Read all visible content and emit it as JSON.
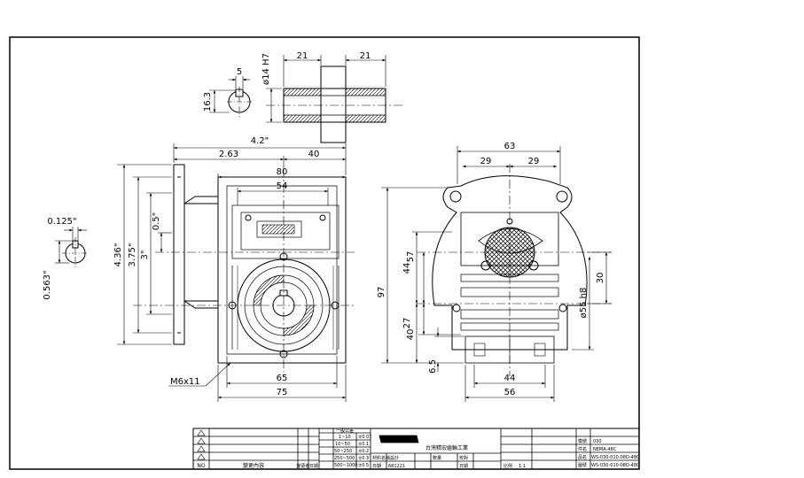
{
  "shaft": {
    "dim_left_len": "21",
    "dim_right_len": "21",
    "dim_bore": "ø14 H7",
    "key_width": "5",
    "key_height": "16.3"
  },
  "front": {
    "overall_inch": "4.2\"",
    "dim_263": "2.63",
    "dim_40": "40",
    "dim_80": "80",
    "dim_54": "54",
    "h_436": "4.36\"",
    "h_375": "3.75\"",
    "h_3": "3\"",
    "h_05": "0.5\"",
    "bottom_65": "65",
    "bottom_75": "75",
    "bolt": "M6x11"
  },
  "detail": {
    "w_0125": "0.125\"",
    "h_0563": "0.563\""
  },
  "side": {
    "w_63": "63",
    "w_29a": "29",
    "w_29b": "29",
    "h_57": "57",
    "h_44": "44",
    "h_27": "27",
    "h_97": "97",
    "h_40": "40",
    "h_65": "6.5",
    "d_55": "ø55 h8",
    "d_30": "30",
    "b_44": "44",
    "b_56": "56"
  },
  "title_block": {
    "rev_no": "NO",
    "rev_content": "變更內容",
    "rev_by": "變更者",
    "rev_date": "日期",
    "tol_title": "一般公差",
    "tol_rows": [
      [
        "1~10",
        "±0.07"
      ],
      [
        "10~50",
        "±0.1"
      ],
      [
        "50~250",
        "±0.2"
      ],
      [
        "250~500",
        "±0.3"
      ],
      [
        "500~1000",
        "±0.5"
      ]
    ],
    "company": "台灣精宏齒輪工業",
    "designer_label": "設計",
    "design_date_label": "日期",
    "design_date": "681221",
    "checker_label": "校對",
    "check_date_label": "日期",
    "material_label": "材料名稱",
    "qty_label": "數量",
    "scale_label": "比例",
    "scale": "1:1",
    "model_label": "模號",
    "model": "030",
    "part_label": "件名",
    "part": "NEMA-48C",
    "name_label": "品名",
    "name": "WS-030-010-08D-48C",
    "dwg_label": "圖號",
    "dwg": "WS-030-010-08D-48C"
  }
}
